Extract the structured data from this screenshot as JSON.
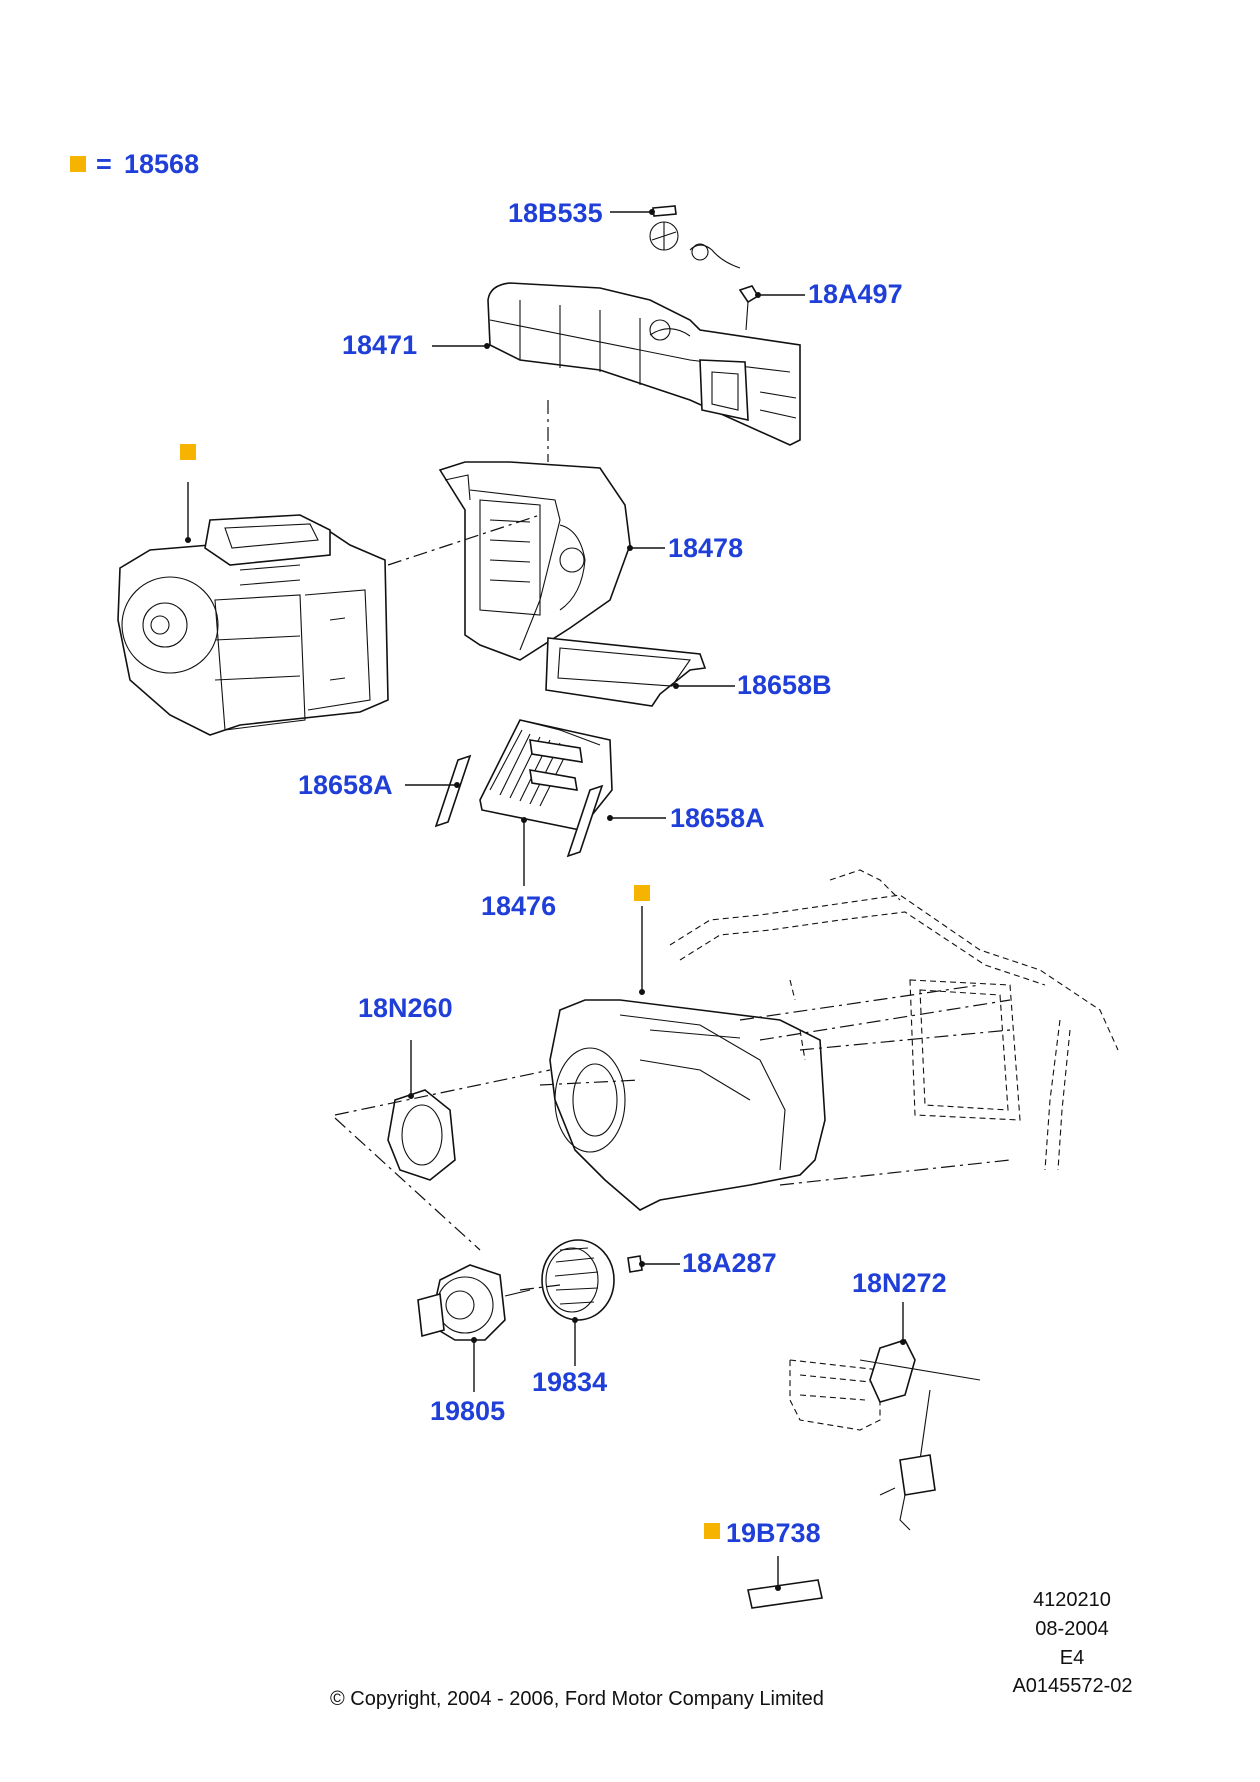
{
  "legend": {
    "marker_color": "#f6b400",
    "equals": "=",
    "code": "18568"
  },
  "labels": {
    "p18B535": "18B535",
    "p18A497": "18A497",
    "p18471": "18471",
    "p18478": "18478",
    "p18658B": "18658B",
    "p18658A_left": "18658A",
    "p18658A_right": "18658A",
    "p18476": "18476",
    "p18N260": "18N260",
    "p18A287": "18A287",
    "p18N272": "18N272",
    "p19834": "19834",
    "p19805": "19805",
    "p19B738": "19B738"
  },
  "meta": {
    "ref": "4120210",
    "date": "08-2004",
    "code": "E4",
    "illustration": "A0145572-02"
  },
  "copyright": "© Copyright, 2004 - 2006, Ford Motor Company Limited",
  "colors": {
    "label": "#1f3fd8",
    "marker": "#f6b400",
    "line": "#111111"
  }
}
